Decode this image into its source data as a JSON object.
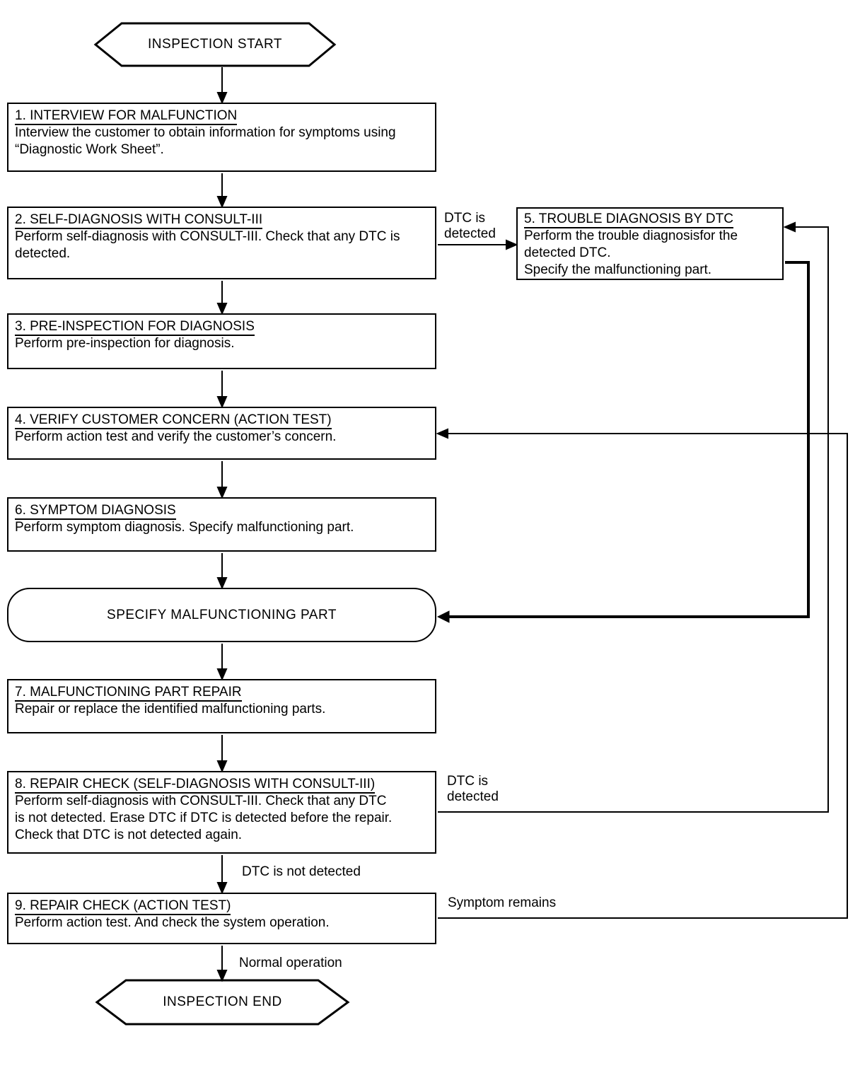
{
  "terminators": {
    "start": {
      "label": "INSPECTION START"
    },
    "end": {
      "label": "INSPECTION END"
    }
  },
  "nodes": {
    "n1": {
      "title": "1. INTERVIEW FOR MALFUNCTION",
      "body": "Interview the customer to obtain information for symptoms using\n“Diagnostic Work Sheet”."
    },
    "n2": {
      "title": "2. SELF-DIAGNOSIS WITH CONSULT-III",
      "body": "Perform self-diagnosis with CONSULT-III. Check that any DTC is\ndetected."
    },
    "n3": {
      "title": "3. PRE-INSPECTION FOR DIAGNOSIS",
      "body": "Perform pre-inspection for diagnosis."
    },
    "n4": {
      "title": "4. VERIFY CUSTOMER CONCERN (ACTION TEST)",
      "body": "Perform action test and verify the customer’s concern."
    },
    "n5": {
      "title": "5. TROUBLE DIAGNOSIS BY DTC",
      "body": "Perform the trouble diagnosisfor the\ndetected DTC.\nSpecify the malfunctioning part."
    },
    "n6": {
      "title": "6. SYMPTOM DIAGNOSIS",
      "body": "Perform symptom diagnosis. Specify malfunctioning part."
    },
    "specify": {
      "label": "SPECIFY MALFUNCTIONING PART"
    },
    "n7": {
      "title": "7. MALFUNCTIONING PART REPAIR",
      "body": "Repair or replace the identified malfunctioning parts."
    },
    "n8": {
      "title": "8. REPAIR CHECK (SELF-DIAGNOSIS WITH CONSULT-III)",
      "body": "Perform self-diagnosis with CONSULT-III. Check that any DTC\nis not detected. Erase DTC if DTC is detected before the repair.\nCheck that DTC is not detected again."
    },
    "n9": {
      "title": "9. REPAIR CHECK (ACTION TEST)",
      "body": "Perform action test. And check the system operation."
    }
  },
  "edge_labels": {
    "dtc_detected_top": "DTC is\ndetected",
    "dtc_detected_bottom": "DTC is\ndetected",
    "dtc_not_detected": "DTC is not detected",
    "symptom_remains": "Symptom remains",
    "normal_operation": "Normal operation"
  },
  "colors": {
    "line": "#000000",
    "background": "#ffffff",
    "text": "#000000"
  }
}
